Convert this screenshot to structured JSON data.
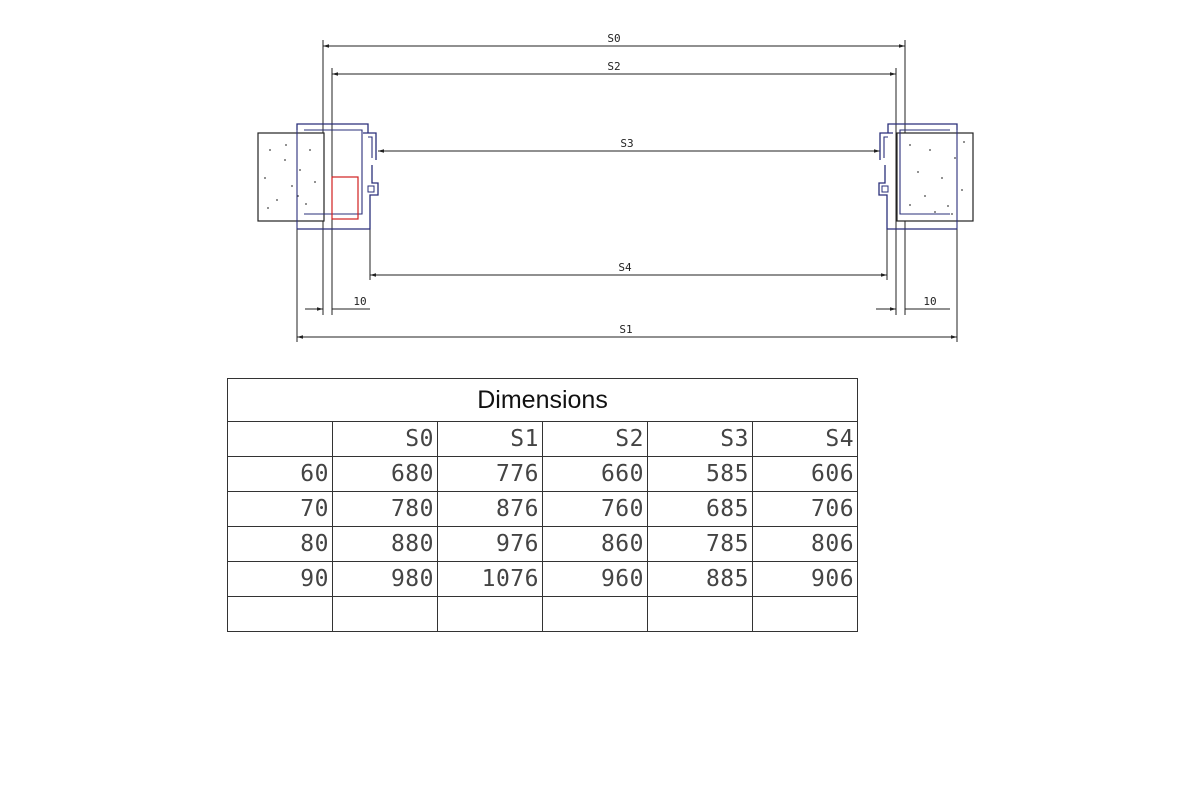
{
  "drawing": {
    "dims": {
      "s0": "S0",
      "s2": "S2",
      "s3": "S3",
      "s4": "S4",
      "s1": "S1",
      "left_gap": "10",
      "right_gap": "10"
    }
  },
  "table": {
    "title": "Dimensions",
    "columns": [
      "",
      "S0",
      "S1",
      "S2",
      "S3",
      "S4"
    ],
    "rows": [
      [
        "60",
        "680",
        "776",
        "660",
        "585",
        "606"
      ],
      [
        "70",
        "780",
        "876",
        "760",
        "685",
        "706"
      ],
      [
        "80",
        "880",
        "976",
        "860",
        "785",
        "806"
      ],
      [
        "90",
        "980",
        "1076",
        "960",
        "885",
        "906"
      ],
      [
        "",
        "",
        "",
        "",
        "",
        ""
      ]
    ]
  }
}
